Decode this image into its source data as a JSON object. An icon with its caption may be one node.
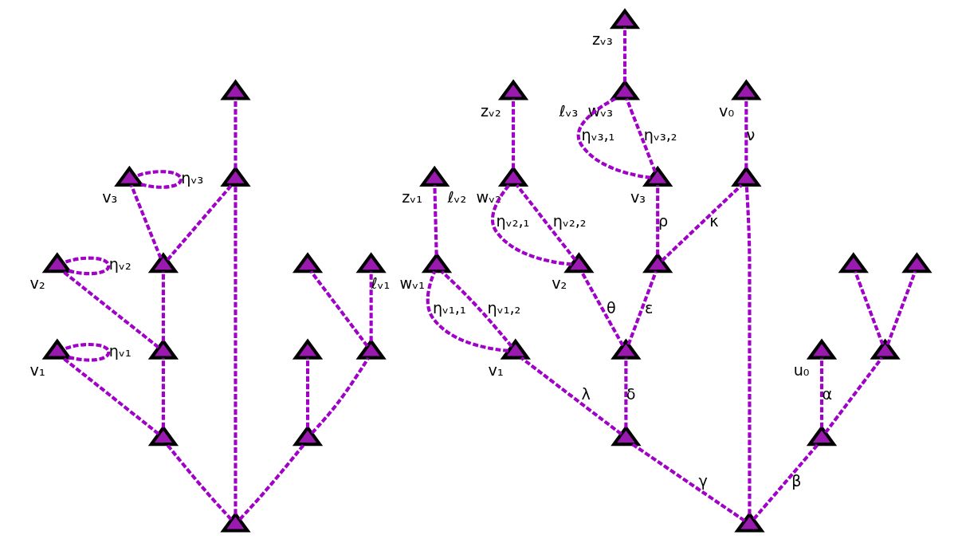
{
  "diagram": {
    "nodes": [
      {
        "text": [],
        "shape": "triangle"
      },
      {
        "text": [],
        "shape": "triangle",
        "beside": [
          "v₁"
        ]
      },
      {
        "text": [],
        "shape": "triangle",
        "beside": [
          "v₂"
        ]
      },
      {
        "text": [],
        "shape": "triangle",
        "beside": [
          "v₃"
        ]
      },
      {
        "text": [],
        "shape": "triangle"
      },
      {
        "text": [],
        "shape": "triangle"
      },
      {
        "text": [],
        "shape": "triangle"
      },
      {
        "text": [],
        "shape": "triangle"
      },
      {
        "text": [],
        "shape": "triangle"
      },
      {
        "text": [],
        "shape": "triangle"
      },
      {
        "text": [],
        "shape": "triangle"
      },
      {
        "text": [],
        "shape": "triangle"
      },
      {
        "text": [],
        "shape": "triangle"
      },
      {
        "text": [],
        "shape": "triangle"
      },
      {
        "text": [],
        "shape": "triangle"
      },
      {
        "text": [],
        "shape": "triangle",
        "beside": [
          "v₁"
        ]
      },
      {
        "text": [],
        "shape": "triangle",
        "beside": [
          "v₂"
        ]
      },
      {
        "text": [],
        "shape": "triangle",
        "beside": [
          "v₃"
        ]
      },
      {
        "text": [],
        "shape": "triangle"
      },
      {
        "text": [],
        "shape": "triangle"
      },
      {
        "text": [],
        "shape": "triangle"
      },
      {
        "text": [],
        "shape": "triangle"
      },
      {
        "text": [],
        "shape": "triangle",
        "beside": [
          "v₀"
        ]
      },
      {
        "text": [],
        "shape": "triangle",
        "beside": [
          "ℓᵥ₁",
          "wᵥ₁"
        ]
      },
      {
        "text": [],
        "shape": "triangle",
        "beside": [
          "ℓᵥ₂",
          "wᵥ₂"
        ]
      },
      {
        "text": [],
        "shape": "triangle",
        "beside": [
          "ℓᵥ₃",
          "wᵥ₃"
        ]
      },
      {
        "text": [],
        "shape": "triangle",
        "beside": [
          "zᵥ₁"
        ]
      },
      {
        "text": [],
        "shape": "triangle",
        "beside": [
          "zᵥ₂"
        ]
      },
      {
        "text": [],
        "shape": "triangle",
        "beside": [
          "zᵥ₃"
        ]
      },
      {
        "text": [],
        "shape": "triangle"
      },
      {
        "text": [],
        "shape": "triangle",
        "beside": [
          "u₀"
        ]
      },
      {
        "text": [],
        "shape": "triangle"
      },
      {
        "text": [],
        "shape": "triangle"
      },
      {
        "text": [],
        "shape": "triangle"
      }
    ],
    "edges": [
      {
        "from": 0,
        "to": 4,
        "arrow": "none",
        "style": "dashed"
      },
      {
        "from": 4,
        "to": 5,
        "arrow": "none",
        "style": "dashed"
      },
      {
        "from": 5,
        "to": 6,
        "arrow": "none",
        "style": "dashed"
      },
      {
        "from": 6,
        "to": 7,
        "arrow": "none",
        "style": "dashed"
      },
      {
        "from": 7,
        "to": 8,
        "arrow": "none",
        "style": "dashed"
      },
      {
        "from": 4,
        "to": 1,
        "arrow": "none",
        "style": "dashed"
      },
      {
        "from": 5,
        "to": 2,
        "arrow": "none",
        "style": "dashed"
      },
      {
        "from": 6,
        "to": 3,
        "arrow": "none",
        "style": "dashed"
      },
      {
        "from": 1,
        "to": 1,
        "arrow": "none",
        "style": "dashed",
        "label": "ηᵥ₁"
      },
      {
        "from": 2,
        "to": 2,
        "arrow": "none",
        "style": "dashed",
        "label": "ηᵥ₂"
      },
      {
        "from": 3,
        "to": 3,
        "arrow": "none",
        "style": "dashed",
        "label": "ηᵥ₃"
      },
      {
        "from": 0,
        "to": 9,
        "arrow": "none",
        "style": "dashed"
      },
      {
        "from": 9,
        "to": 10,
        "arrow": "none",
        "style": "dashed"
      },
      {
        "from": 9,
        "to": 11,
        "arrow": "none",
        "style": "dashed"
      },
      {
        "from": 11,
        "to": 13,
        "arrow": "none",
        "style": "dashed"
      },
      {
        "from": 11,
        "to": 12,
        "arrow": "none",
        "style": "dashed"
      },
      {
        "from": 0,
        "to": 7,
        "arrow": "none",
        "style": "dashed"
      },
      {
        "from": 14,
        "to": 18,
        "arrow": "none",
        "style": "dashed",
        "label": "γ"
      },
      {
        "from": 18,
        "to": 19,
        "arrow": "none",
        "style": "dashed",
        "label": "δ"
      },
      {
        "from": 19,
        "to": 20,
        "arrow": "none",
        "style": "dashed",
        "label": "ε"
      },
      {
        "from": 20,
        "to": 21,
        "arrow": "none",
        "style": "dashed",
        "label": "κ"
      },
      {
        "from": 21,
        "to": 22,
        "arrow": "none",
        "style": "dashed",
        "label": "ν"
      },
      {
        "from": 18,
        "to": 15,
        "arrow": "none",
        "style": "dashed",
        "label": "λ"
      },
      {
        "from": 19,
        "to": 16,
        "arrow": "none",
        "style": "dashed",
        "label": "θ"
      },
      {
        "from": 20,
        "to": 17,
        "arrow": "none",
        "style": "dashed",
        "label": "ρ"
      },
      {
        "from": 15,
        "to": 23,
        "arrow": "none",
        "style": "dashed",
        "label": "ηᵥ₁,₁"
      },
      {
        "from": 15,
        "to": 23,
        "arrow": "none",
        "style": "dashed",
        "label": "ηᵥ₁,₂"
      },
      {
        "from": 16,
        "to": 24,
        "arrow": "none",
        "style": "dashed",
        "label": "ηᵥ₂,₁"
      },
      {
        "from": 16,
        "to": 24,
        "arrow": "none",
        "style": "dashed",
        "label": "ηᵥ₂,₂"
      },
      {
        "from": 17,
        "to": 25,
        "arrow": "none",
        "style": "dashed",
        "label": "ηᵥ₃,₁"
      },
      {
        "from": 17,
        "to": 25,
        "arrow": "none",
        "style": "dashed",
        "label": "ηᵥ₃,₂"
      },
      {
        "from": 23,
        "to": 26,
        "arrow": "none",
        "style": "dashed"
      },
      {
        "from": 24,
        "to": 27,
        "arrow": "none",
        "style": "dashed"
      },
      {
        "from": 25,
        "to": 28,
        "arrow": "none",
        "style": "dashed"
      },
      {
        "from": 14,
        "to": 29,
        "arrow": "none",
        "style": "dashed",
        "label": "β"
      },
      {
        "from": 29,
        "to": 30,
        "arrow": "none",
        "style": "dashed",
        "label": "α"
      },
      {
        "from": 29,
        "to": 31,
        "arrow": "none",
        "style": "dashed"
      },
      {
        "from": 31,
        "to": 33,
        "arrow": "none",
        "style": "dashed"
      },
      {
        "from": 31,
        "to": 32,
        "arrow": "none",
        "style": "dashed"
      },
      {
        "from": 14,
        "to": 21,
        "arrow": "none",
        "style": "dashed"
      }
    ]
  }
}
